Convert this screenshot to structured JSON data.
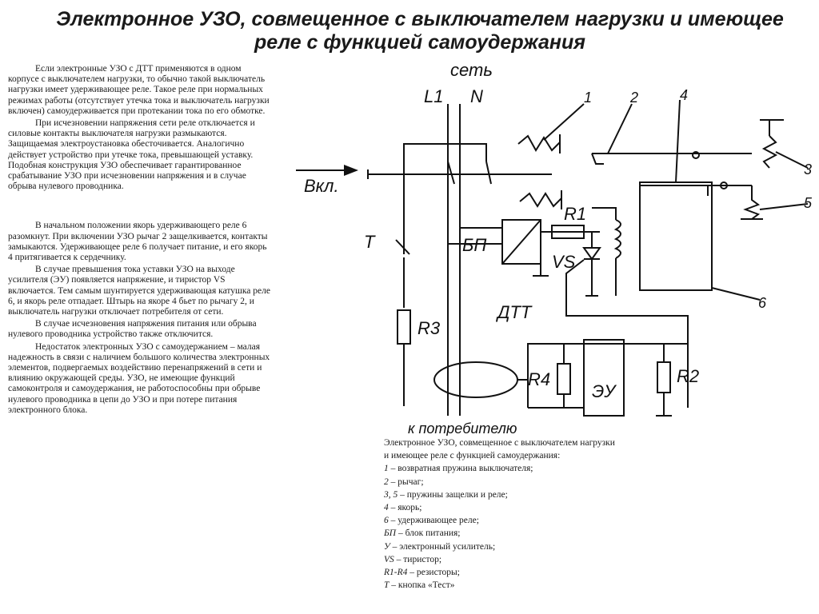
{
  "title": "Электронное УЗО, совмещенное с выключателем нагрузки и имеющее реле с функцией самоудержания",
  "paragraphs": [
    "Если электронные УЗО с ДТТ применяются в одном корпусе с выключателем нагрузки, то обычно такой выключатель нагрузки имеет удерживающее реле. Такое реле при нормальных режимах работы (отсутствует утечка тока и выключатель нагрузки включен) самоудерживается при протекании тока по его обмотке.",
    "При исчезновении напряжения сети реле отключается и силовые контакты выключателя нагрузки размыкаются. Защищаемая электроустановка обесточивается. Аналогично действует устройство при утечке тока, превышающей уставку. Подобная конструкция УЗО обеспечивает гарантированное срабатывание УЗО при исчезновении напряжения и в случае обрыва нулевого проводника.",
    "В начальном положении якорь удерживающего реле 6 разомкнут. При включении УЗО рычаг 2 защелкивается, контакты замыкаются. Удерживающее реле 6 получает питание, и его якорь 4 притягивается к сердечнику.",
    "В случае превышения тока уставки УЗО на выходе усилителя (ЭУ) появляется напряжение, и тиристор VS включается. Тем самым шунтируется удерживающая катушка реле 6, и якорь реле отпадает. Штырь на якоре 4 бьет по рычагу 2, и выключатель нагрузки отключает потребителя от сети.",
    "В случае исчезновения напряжения питания или обрыва нулевого проводника устройство также отключится.",
    "Недостаток электронных УЗО с самоудержанием – малая надежность в связи с наличием большого количества электронных элементов, подвергаемых воздействию перенапряжений в сети и влиянию окружающей среды. УЗО, не имеющие функций самоконтроля и самоудержания, не работоспособны при обрыве нулевого проводника в цепи до УЗО и при потере питания электронного блока."
  ],
  "caption": {
    "title": "Электронное УЗО, совмещенное с выключателем нагрузки и имеющее реле с функцией самоудержания:",
    "items": [
      {
        "key": "1",
        "text": " – возвратная пружина выключателя;"
      },
      {
        "key": "2",
        "text": " – рычаг;"
      },
      {
        "key": "3, 5",
        "text": " – пружины защелки и реле;"
      },
      {
        "key": "4",
        "text": " – якорь;"
      },
      {
        "key": "6",
        "text": " – удерживающее реле;"
      },
      {
        "key": "БП",
        "text": " – блок питания;"
      },
      {
        "key": "У",
        "text": " – электронный усилитель;"
      },
      {
        "key": "VS",
        "text": " – тиристор;"
      },
      {
        "key": "R1-R4",
        "text": " – резисторы;"
      },
      {
        "key": "Т",
        "text": " – кнопка «Тест»"
      }
    ]
  },
  "diagram": {
    "set": "сеть",
    "l1": "L1",
    "n": "N",
    "vkl": "Вкл.",
    "t": "Т",
    "bp": "БП",
    "r1": "R1",
    "vs": "VS",
    "r3": "R3",
    "dtt": "ДТТ",
    "r4": "R4",
    "eu": "ЭУ",
    "r2": "R2",
    "consumer": "к потребителю",
    "n1": "1",
    "n2": "2",
    "n3": "3",
    "n4": "4",
    "n5": "5",
    "n6": "6"
  }
}
